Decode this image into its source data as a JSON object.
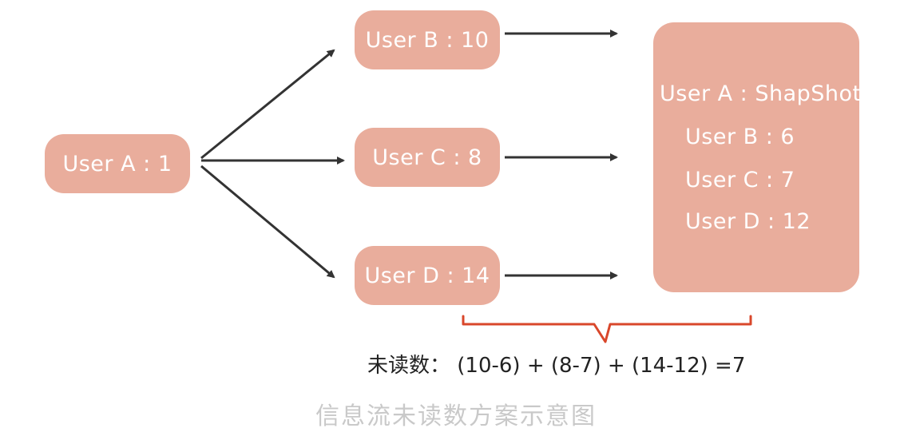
{
  "nodes": {
    "user_a": "User A : 1",
    "user_b": "User B : 10",
    "user_c": "User C : 8",
    "user_d": "User D : 14"
  },
  "snapshot": {
    "title": "User A : ShapShot",
    "lines": [
      "User B : 6",
      "User C : 7",
      "User D : 12"
    ]
  },
  "formula": "未读数： (10-6) + (8-7) + (14-12) =7",
  "caption": "信息流未读数方案示意图",
  "colors": {
    "node_fill": "#e9ad9c",
    "arrow": "#333333",
    "brace": "#d9472b",
    "caption": "#c9c9c9"
  }
}
